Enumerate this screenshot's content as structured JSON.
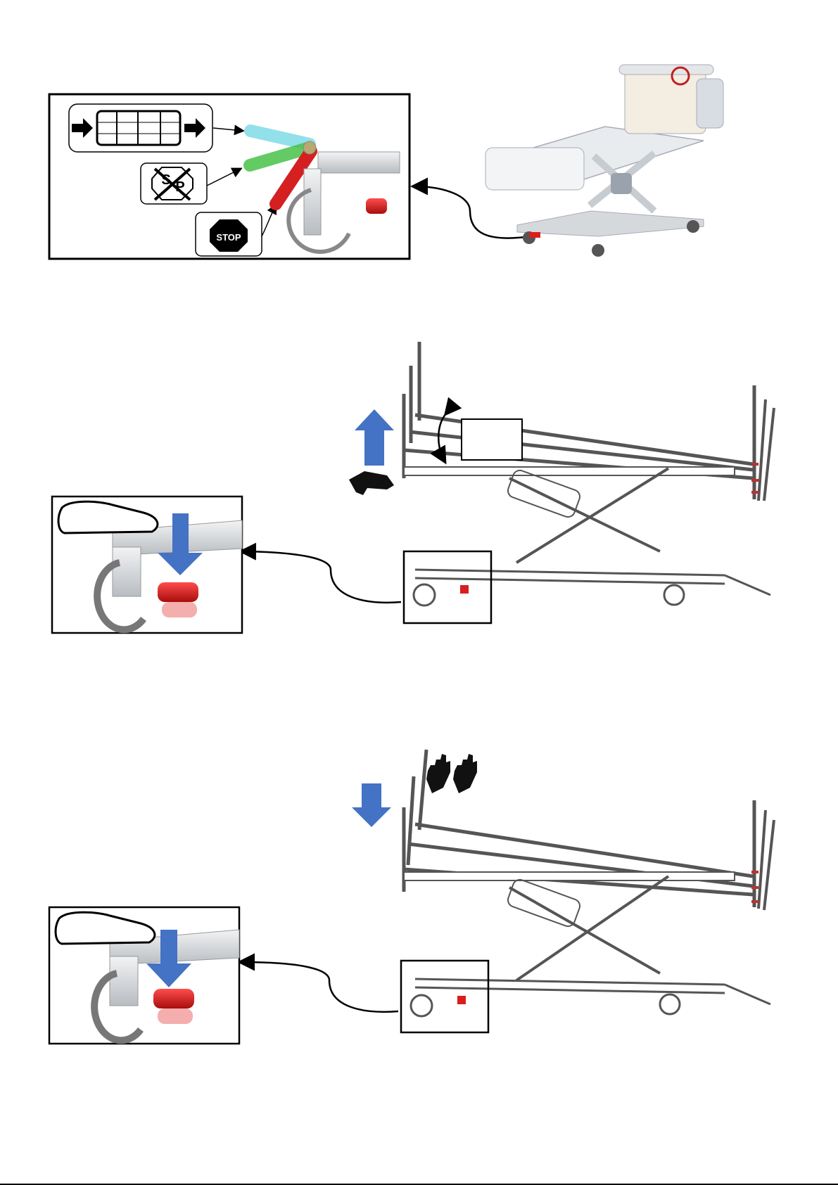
{
  "section1": {
    "stop_sign_text": "STOP",
    "no_brake_letters": [
      "S",
      "P"
    ],
    "pedal_positions": [
      {
        "mode": "steer",
        "color": "#7fdbe6"
      },
      {
        "mode": "neutral",
        "color": "#49c24a"
      },
      {
        "mode": "brake",
        "color": "#d42020"
      }
    ]
  },
  "section2": {
    "direction": "up",
    "angle_label_box": ""
  },
  "section3": {
    "direction": "down"
  },
  "colors": {
    "arrow_blue": "#4472c4",
    "pedal_red": "#d91e1e",
    "outline": "#000000",
    "frame_gray": "#cfd3d6"
  }
}
